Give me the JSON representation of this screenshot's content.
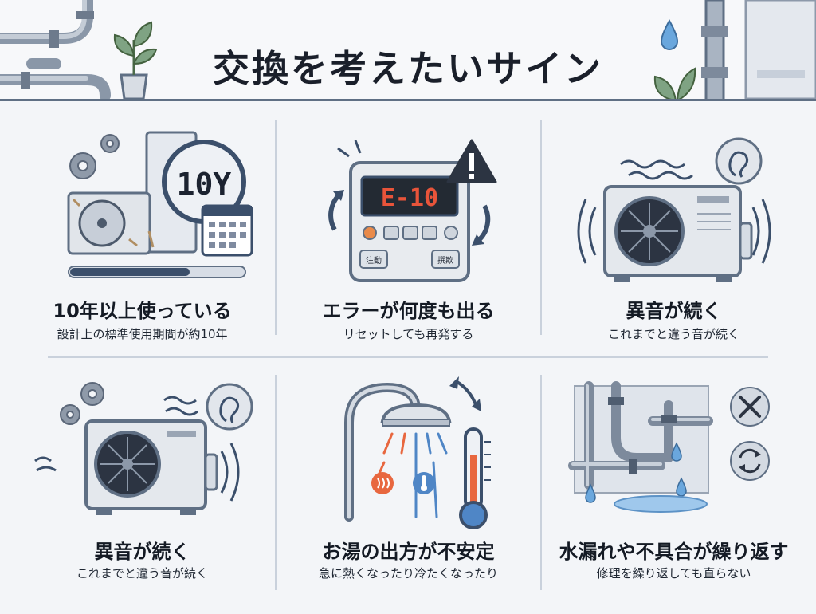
{
  "header": {
    "title": "交換を考えたいサイン"
  },
  "cards": [
    {
      "title": "10年以上使っている",
      "subtitle": "設計上の標準使用期間が約10年",
      "clock_label": "10Y"
    },
    {
      "title": "エラーが何度も出る",
      "subtitle": "リセットしても再発する",
      "display_code": "E-10",
      "button_left": "注動",
      "button_right": "撰欺"
    },
    {
      "title": "異音が続く",
      "subtitle": "これまでと違う音が続く"
    },
    {
      "title": "異音が続く",
      "subtitle": "これまでと違う音が続く"
    },
    {
      "title": "お湯の出方が不安定",
      "subtitle": "急に熱くなったり冷たくなったり"
    },
    {
      "title": "水漏れや不具合が繰り返す",
      "subtitle": "修理を繰り返しても直らない"
    }
  ],
  "colors": {
    "accent": "#3b4f6b",
    "line": "#5f6f84",
    "warning": "#2c3442",
    "display_text": "#e8543a",
    "hot": "#e8673f",
    "cold": "#4f86c6",
    "water": "#6aa7dd"
  },
  "icons": [
    "pipe-icon",
    "plant-icon",
    "water-drop-icon",
    "gear-icon",
    "clock-icon",
    "calendar-icon",
    "outdoor-unit-icon",
    "control-panel-icon",
    "warning-icon",
    "refresh-arrow-icon",
    "ear-icon",
    "sound-wave-icon",
    "shower-icon",
    "thermometer-icon",
    "heat-icon",
    "leak-icon",
    "tools-icon"
  ]
}
